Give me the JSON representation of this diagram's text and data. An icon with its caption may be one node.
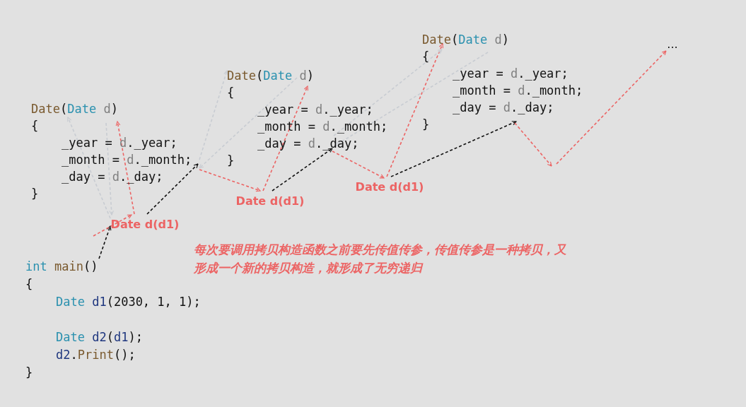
{
  "diagram": {
    "nodes": [
      {
        "text": [
          "int main()",
          "{",
          "Date d1(2030, 1, 1);",
          "Date d2(d1);",
          "d2.Print();",
          "}"
        ]
      },
      {
        "text": [
          "Date(Date d)",
          "{",
          "_year = d._year;",
          "_month = d._month;",
          "_day = d._day;",
          "}"
        ]
      },
      {
        "text": [
          "Date(Date d)",
          "{",
          "_year = d._year;",
          "_month = d._month;",
          "_day = d._day;",
          "}"
        ]
      },
      {
        "text": [
          "Date(Date d)",
          "{",
          "_year = d._year;",
          "_month = d._month;",
          "_day = d._day;",
          "}"
        ]
      },
      {
        "text": [
          "Date d(d1)"
        ]
      },
      {
        "text": [
          "Date d(d1)"
        ]
      },
      {
        "text": [
          "Date d(d1)"
        ]
      },
      {
        "text": [
          "..."
        ]
      }
    ],
    "edges": [
      {
        "from": 0,
        "to": 4,
        "arrow": "to",
        "style": "dashed",
        "color": "#111111"
      },
      {
        "from": null,
        "to": 4,
        "arrow": "to",
        "style": "dashed"
      },
      {
        "from": 4,
        "to": 1,
        "arrow": "to",
        "style": "dashed"
      },
      {
        "from": 1,
        "to": 4,
        "arrow": "to",
        "style": "dashed",
        "color": "#c8ccd2"
      },
      {
        "from": 4,
        "to": 1,
        "arrow": "to",
        "style": "dashed",
        "color": "#c8ccd2"
      },
      {
        "from": 4,
        "to": 1,
        "arrow": "to",
        "style": "dashed",
        "color": "#111111"
      },
      {
        "from": 1,
        "to": 5,
        "arrow": "to",
        "style": "dashed"
      },
      {
        "from": 5,
        "to": 2,
        "arrow": "to",
        "style": "dashed"
      },
      {
        "from": 2,
        "to": 1,
        "arrow": "to",
        "style": "dashed",
        "color": "#c8ccd2"
      },
      {
        "from": 1,
        "to": 2,
        "arrow": "to",
        "style": "dashed",
        "color": "#c8ccd2"
      },
      {
        "from": 5,
        "to": 2,
        "arrow": "to",
        "style": "dashed",
        "color": "#111111"
      },
      {
        "from": 2,
        "to": 6,
        "arrow": "to",
        "style": "dashed"
      },
      {
        "from": 6,
        "to": 3,
        "arrow": "to",
        "style": "dashed"
      },
      {
        "from": 2,
        "to": 3,
        "arrow": "to",
        "style": "dashed",
        "color": "#c8ccd2"
      },
      {
        "from": 3,
        "to": 2,
        "arrow": "to",
        "style": "dashed",
        "color": "#c8ccd2"
      },
      {
        "from": 6,
        "to": 3,
        "arrow": "to",
        "style": "dashed",
        "color": "#111111"
      },
      {
        "from": 3,
        "to": null,
        "arrow": "to",
        "style": "dashed"
      },
      {
        "from": null,
        "to": 7,
        "arrow": "to",
        "style": "dashed"
      }
    ],
    "labels": [
      "每次要调用拷贝构造函数之前要先传值传参，传值传参是一种拷贝，又形成一个新的拷贝构造，就形成了无穷递归"
    ]
  }
}
